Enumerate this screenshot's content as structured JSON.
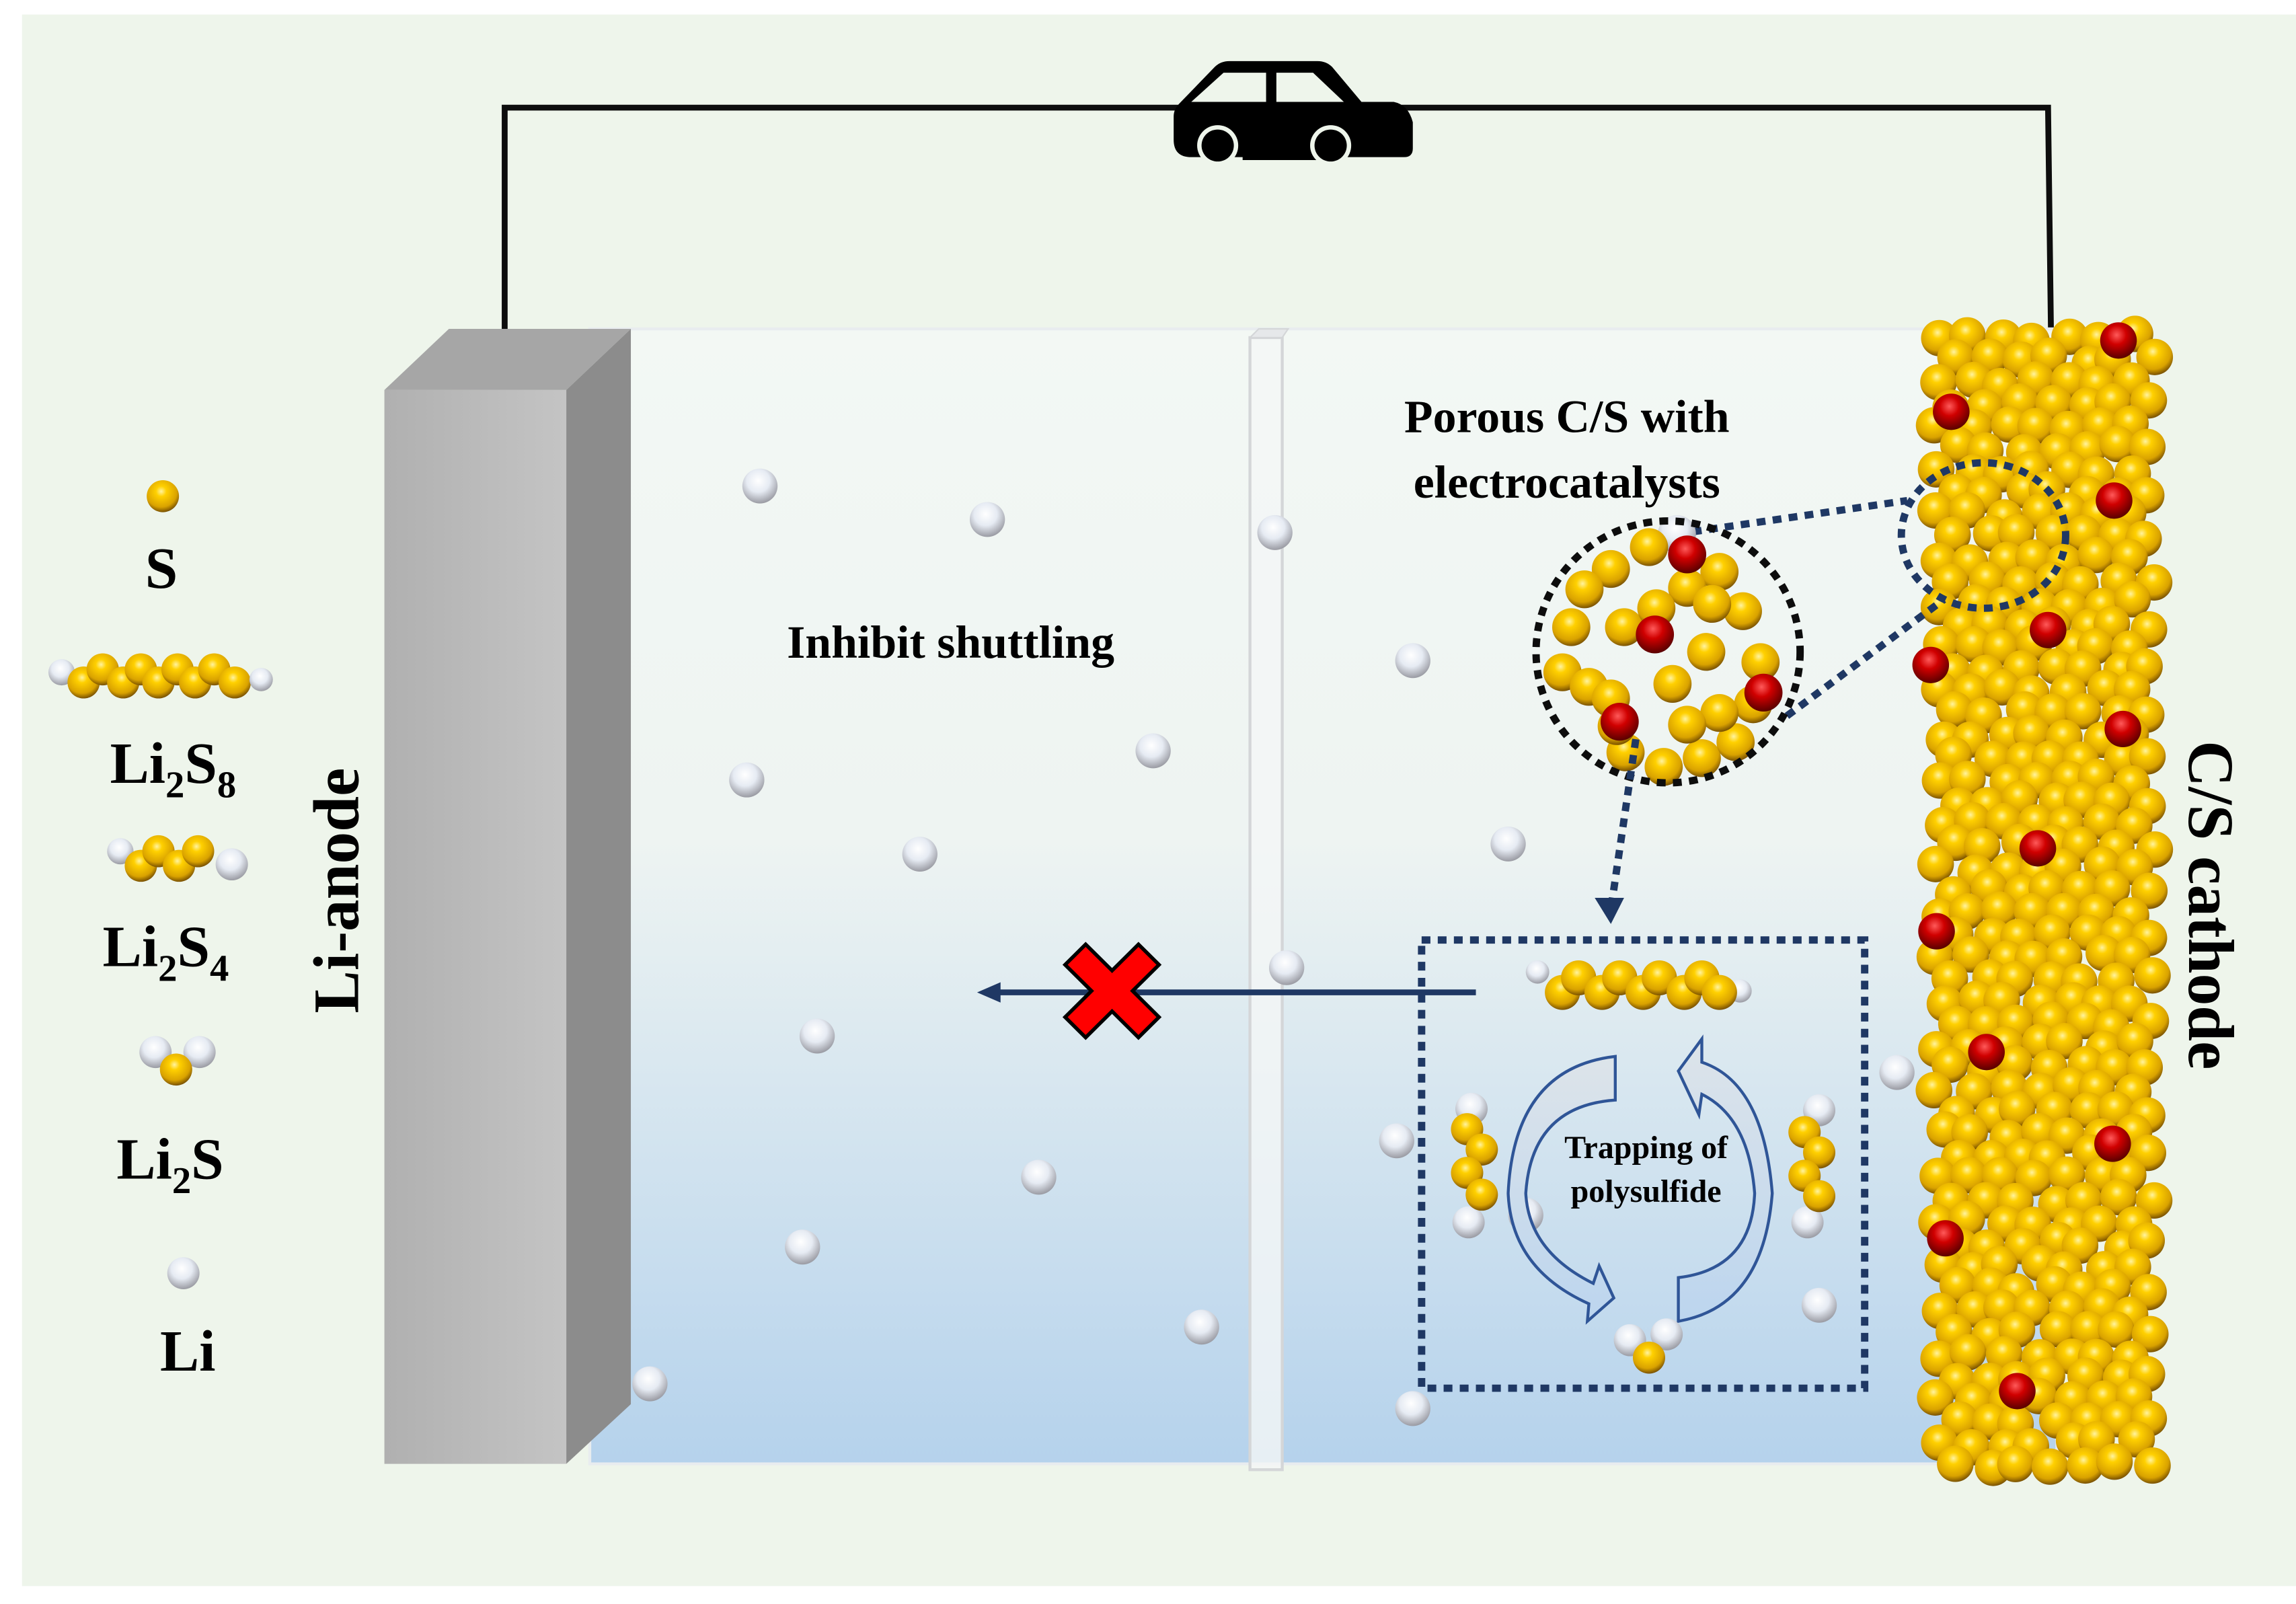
{
  "diagram": {
    "title": "Li-S battery schematic: inhibiting polysulfide shuttling with porous C/S electrocatalysts",
    "load_icon": "car-icon",
    "anode_label": "Li-anode",
    "cathode_label": "C/S cathode",
    "inhibit_label": "Inhibit shuttling",
    "porous_label_line1": "Porous C/S with",
    "porous_label_line2": "electrocatalysts",
    "trapping_label_line1": "Trapping of",
    "trapping_label_line2": "polysulfide",
    "blocked_icon": "red-x-icon",
    "colors": {
      "background": "#eef5eb",
      "sulfur": "#e8b400",
      "lithium": "#e4e8f0",
      "catalyst": "#c00000",
      "anode": "#b4b4b4",
      "electrolyte_top": "#f2f7f3",
      "electrolyte_bottom": "#b7d3ec",
      "dotted_navy": "#1f3864",
      "block_x": "#ff0000"
    }
  },
  "legend": {
    "items": [
      {
        "label": "S",
        "sub": ""
      },
      {
        "label": "Li",
        "sub1": "2",
        "mid": "S",
        "sub2": "8"
      },
      {
        "label": "Li",
        "sub1": "2",
        "mid": "S",
        "sub2": "4"
      },
      {
        "label": "Li",
        "sub1": "2",
        "mid": "S",
        "sub2": ""
      },
      {
        "label": "Li",
        "sub": ""
      }
    ]
  }
}
